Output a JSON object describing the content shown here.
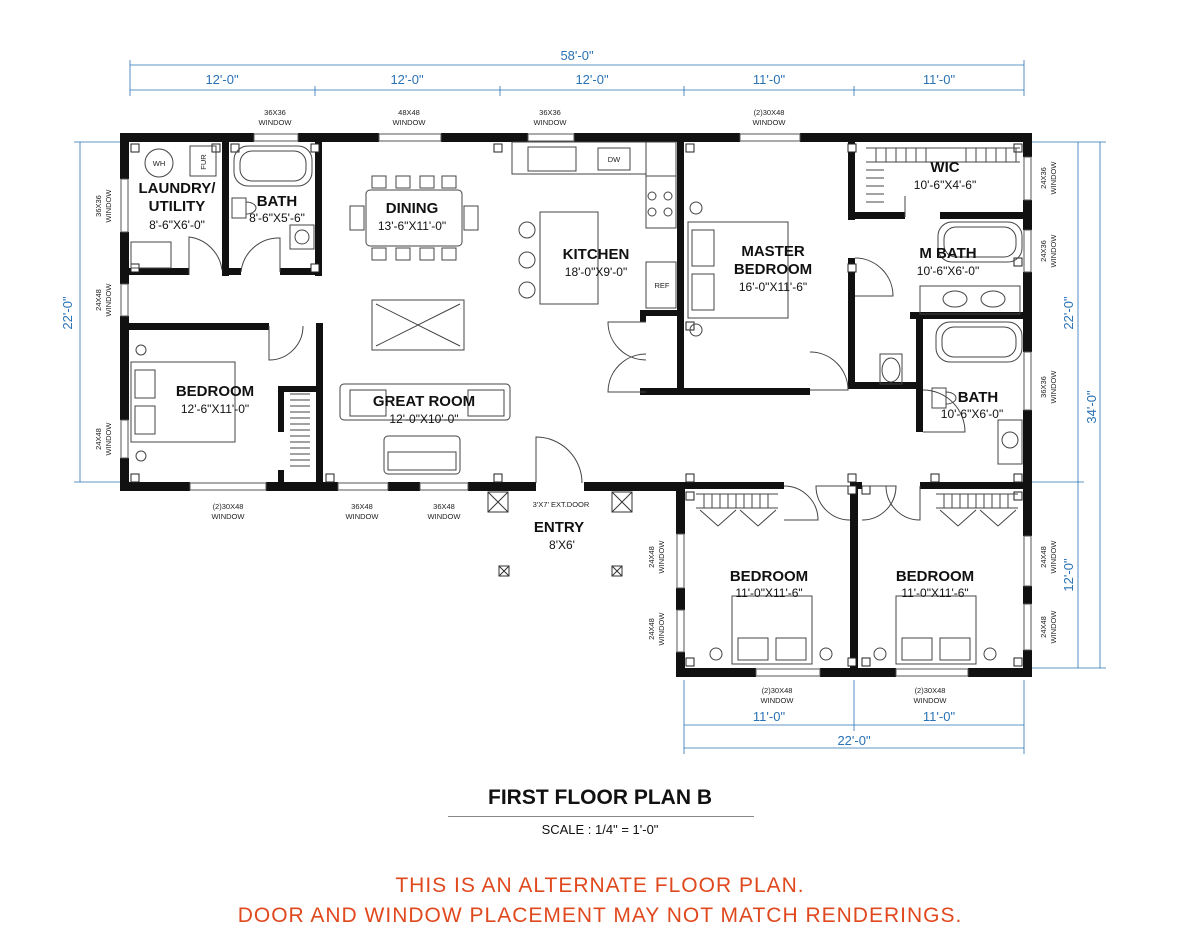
{
  "dims": {
    "overall_top": "58'-0\"",
    "top_segments": [
      "12'-0\"",
      "12'-0\"",
      "12'-0\"",
      "11'-0\"",
      "11'-0\""
    ],
    "left_depth": "22'-0\"",
    "right_upper": "22'-0\"",
    "right_lower": "12'-0\"",
    "right_overall": "34'-0\"",
    "bottom_segments": [
      "11'-0\"",
      "11'-0\""
    ],
    "bottom_overall": "22'-0\""
  },
  "rooms": {
    "laundry": {
      "name_1": "LAUNDRY/",
      "name_2": "UTILITY",
      "size": "8'-6\"X6'-0\""
    },
    "bath1": {
      "name": "BATH",
      "size": "8'-6\"X5'-6\""
    },
    "dining": {
      "name": "DINING",
      "size": "13'-6\"X11'-0\""
    },
    "kitchen": {
      "name": "KITCHEN",
      "size": "18'-0\"X9'-0\""
    },
    "master": {
      "name_1": "MASTER",
      "name_2": "BEDROOM",
      "size": "16'-0\"X11'-6\""
    },
    "wic": {
      "name": "WIC",
      "size": "10'-6\"X4'-6\""
    },
    "mbath": {
      "name": "M BATH",
      "size": "10'-6\"X6'-0\""
    },
    "bedroom_left": {
      "name": "BEDROOM",
      "size": "12'-6\"X11'-0\""
    },
    "great_room": {
      "name": "GREAT ROOM",
      "size": "12'-0\"X10'-0\""
    },
    "bath2": {
      "name": "BATH",
      "size": "10'-6\"X6'-0\""
    },
    "entry": {
      "name": "ENTRY",
      "size": "8'X6'"
    },
    "bedroom_mid": {
      "name": "BEDROOM",
      "size": "11'-0\"X11'-6\""
    },
    "bedroom_right": {
      "name": "BEDROOM",
      "size": "11'-0\"X11'-6\""
    }
  },
  "fixtures": {
    "wh": "WH",
    "fur": "FUR",
    "dw": "DW",
    "ref": "REF"
  },
  "windows": {
    "top_1": [
      "36X36",
      "WINDOW"
    ],
    "top_2": [
      "48X48",
      "WINDOW"
    ],
    "top_3": [
      "36X36",
      "WINDOW"
    ],
    "top_4": [
      "(2)30X48",
      "WINDOW"
    ],
    "left_1": [
      "36X36",
      "WINDOW"
    ],
    "left_2": [
      "24X48",
      "WINDOW"
    ],
    "left_3": [
      "24X48",
      "WINDOW"
    ],
    "bottom_1": [
      "(2)30X48",
      "WINDOW"
    ],
    "bottom_2": [
      "36X48",
      "WINDOW"
    ],
    "bottom_3": [
      "36X48",
      "WINDOW"
    ],
    "door": "3'X7' EXT.DOOR",
    "right_1": [
      "24X36",
      "WINDOW"
    ],
    "right_2": [
      "24X36",
      "WINDOW"
    ],
    "right_3": [
      "36X36",
      "WINDOW"
    ],
    "right_4": [
      "24X48",
      "WINDOW"
    ],
    "right_5": [
      "24X48",
      "WINDOW"
    ],
    "wing_left_1": [
      "24X48",
      "WINDOW"
    ],
    "wing_left_2": [
      "24X48",
      "WINDOW"
    ],
    "wing_bottom_1": [
      "(2)30X48",
      "WINDOW"
    ],
    "wing_bottom_2": [
      "(2)30X48",
      "WINDOW"
    ]
  },
  "footer": {
    "title": "FIRST FLOOR PLAN B",
    "scale": "SCALE :  1/4\" = 1'-0\"",
    "disclaimer_1": "THIS IS AN ALTERNATE FLOOR PLAN.",
    "disclaimer_2": "DOOR AND WINDOW PLACEMENT MAY NOT MATCH RENDERINGS."
  }
}
